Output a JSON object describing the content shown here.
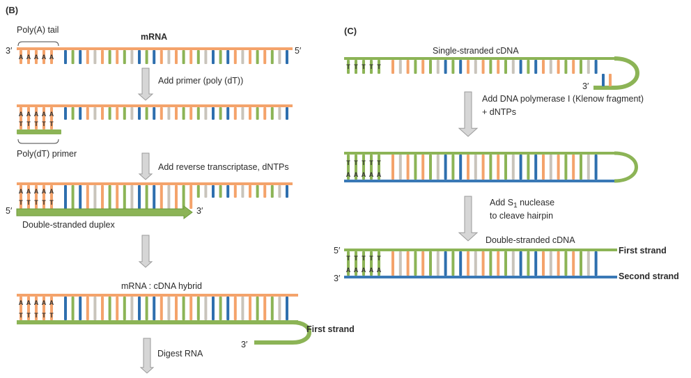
{
  "panel_b": {
    "label": "(B)",
    "poly_a_tail": "Poly(A) tail",
    "mrna": "mRNA",
    "three_prime": "3′",
    "five_prime": "5′",
    "step1": "Add primer (poly (dT))",
    "poly_dt_primer": "Poly(dT) primer",
    "step2": "Add reverse transcriptase, dNTPs",
    "duplex": "Double-stranded duplex",
    "hybrid": "mRNA : cDNA hybrid",
    "first_strand": "First strand",
    "step3": "Digest RNA",
    "base_a": "A",
    "base_t": "T"
  },
  "panel_c": {
    "label": "(C)",
    "ss_cdna": "Single-stranded cDNA",
    "three_prime": "3′",
    "five_prime": "5′",
    "step1_line1": "Add DNA polymerase I (Klenow fragment)",
    "step1_line2": "+ dNTPs",
    "step2_line1": "Add S",
    "step2_sub": "1",
    "step2_rest": " nuclease",
    "step2_line2": "to cleave hairpin",
    "ds_cdna": "Double-stranded cDNA",
    "first_strand": "First strand",
    "second_strand": "Second strand"
  },
  "colors": {
    "mrna": "#f4a36b",
    "cdna": "#8cb456",
    "cdna_dark": "#6c9a3a",
    "second": "#3a79b6",
    "base_orange": "#f4a36b",
    "base_green": "#8cb456",
    "base_blue": "#2e6fae",
    "base_gray": "#c9c4bb",
    "arrow": "#9a9a9a"
  }
}
